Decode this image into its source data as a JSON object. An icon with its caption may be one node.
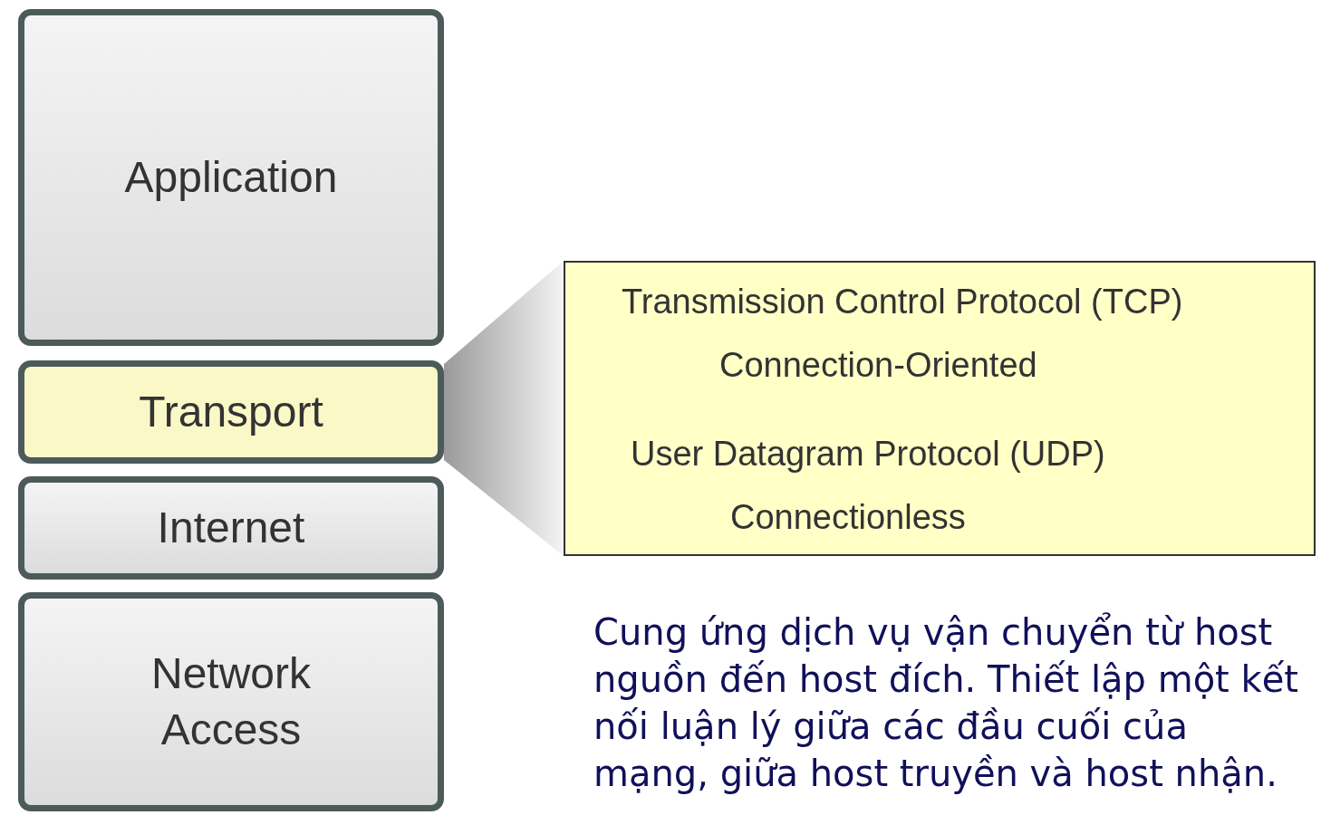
{
  "diagram": {
    "nodes": [
      {
        "text": [
          "Application"
        ]
      },
      {
        "text": [
          "Transport"
        ]
      },
      {
        "text": [
          "Internet"
        ]
      },
      {
        "text": [
          "Network Access"
        ]
      },
      {
        "text": [
          "Transmission Control Protocol (TCP)",
          "Connection-Oriented",
          "User Datagram Protocol (UDP)",
          "Connectionless"
        ]
      }
    ],
    "edges": [
      {
        "from": 1,
        "to": 4,
        "arrow": "none"
      }
    ],
    "labels": [
      "Cung ứng dịch vụ vận chuyển từ host nguồn đến host đích. Thiết lập một kết nối luận lý giữa các đầu cuối của mạng, giữa host truyền và host nhận."
    ]
  }
}
